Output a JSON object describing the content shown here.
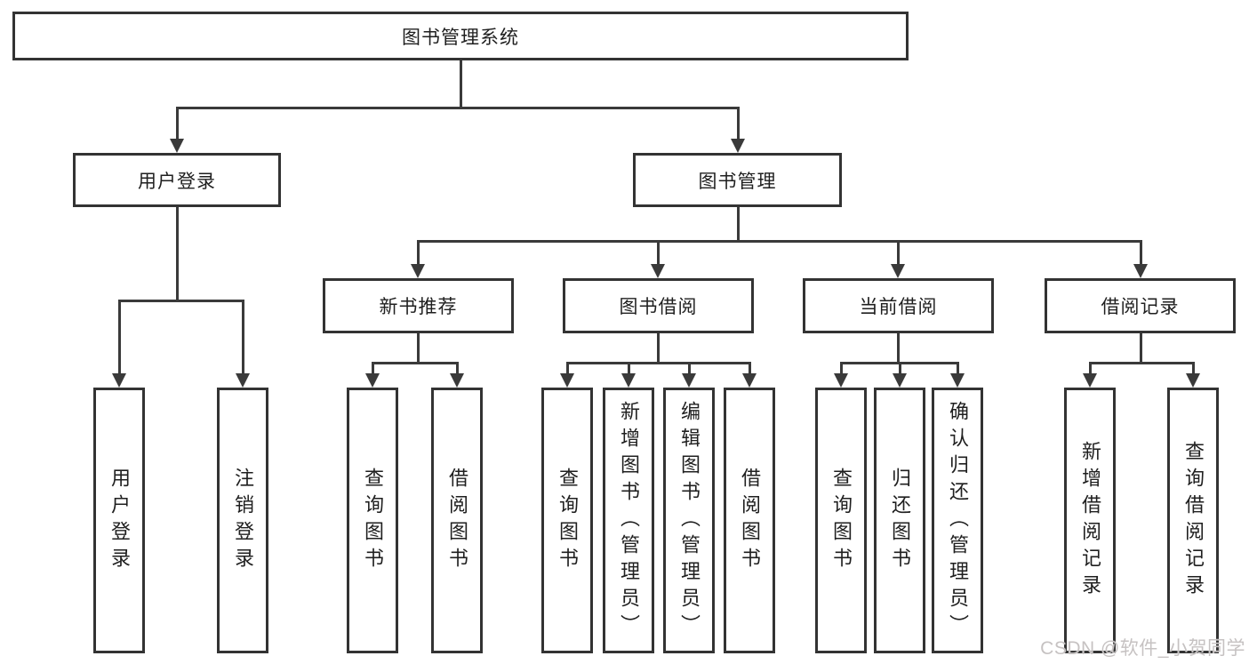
{
  "diagram": {
    "title": "图书管理系统",
    "type": "hierarchy-tree"
  },
  "colors": {
    "line": "#3a3a3a",
    "box_border": "#333333",
    "text": "#1f1f1f",
    "background": "#ffffff",
    "watermark": "#c6c2c2"
  },
  "tree": {
    "root": {
      "label": "图书管理系统",
      "children": [
        {
          "label": "用户登录",
          "children": [
            {
              "label": "用户登录"
            },
            {
              "label": "注销登录"
            }
          ]
        },
        {
          "label": "图书管理",
          "children": [
            {
              "label": "新书推荐",
              "children": [
                {
                  "label": "查询图书"
                },
                {
                  "label": "借阅图书"
                }
              ]
            },
            {
              "label": "图书借阅",
              "children": [
                {
                  "label": "查询图书"
                },
                {
                  "label": "新增图书（管理员）"
                },
                {
                  "label": "编辑图书（管理员）"
                },
                {
                  "label": "借阅图书"
                }
              ]
            },
            {
              "label": "当前借阅",
              "children": [
                {
                  "label": "查询图书"
                },
                {
                  "label": "归还图书"
                },
                {
                  "label": "确认归还（管理员）"
                }
              ]
            },
            {
              "label": "借阅记录",
              "children": [
                {
                  "label": "新增借阅记录"
                },
                {
                  "label": "查询借阅记录"
                }
              ]
            }
          ]
        }
      ]
    }
  },
  "watermark": {
    "text": "CSDN @软件_小贺同学"
  }
}
